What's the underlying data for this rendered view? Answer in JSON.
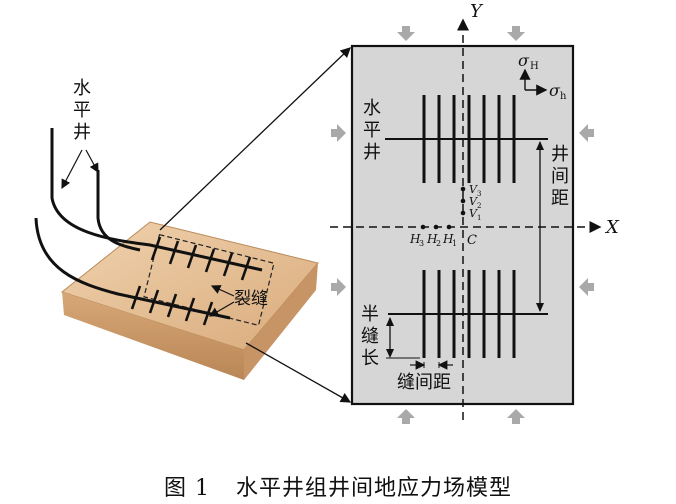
{
  "left_panel": {
    "well_label": [
      "水",
      "平",
      "井"
    ],
    "fracture_label": "裂缝"
  },
  "model": {
    "axis_y": "Y",
    "axis_x": "X",
    "stress_H": "σ",
    "stress_H_sub": "H",
    "stress_h": "σ",
    "stress_h_sub": "h",
    "well_label": [
      "水",
      "平",
      "井"
    ],
    "well_spacing": [
      "井",
      "间",
      "距"
    ],
    "half_length": [
      "半",
      "缝",
      "长"
    ],
    "fracture_spacing": "缝间距",
    "center": "C",
    "h_points": [
      {
        "letter": "H",
        "sub": "3"
      },
      {
        "letter": "H",
        "sub": "2"
      },
      {
        "letter": "H",
        "sub": "1"
      }
    ],
    "v_points": [
      {
        "letter": "V",
        "sub": "3"
      },
      {
        "letter": "V",
        "sub": "2"
      },
      {
        "letter": "V",
        "sub": "1"
      }
    ]
  },
  "caption": {
    "figure_no": "图 1",
    "title": "水平井组井间地应力场模型"
  },
  "colors": {
    "panel_fill": "#d6d6d6",
    "arrow_gray": "#a9a9a9",
    "rock_top": "#e8c49b",
    "rock_side": "#c99a6b",
    "ink": "#111111"
  }
}
